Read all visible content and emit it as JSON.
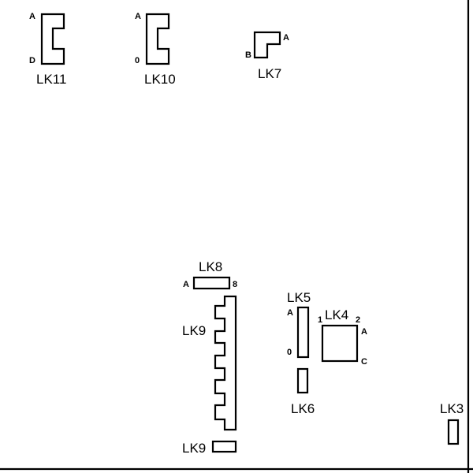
{
  "links": {
    "lk11": {
      "label": "LK11",
      "pin_top": "A",
      "pin_bottom": "D"
    },
    "lk10": {
      "label": "LK10",
      "pin_top": "A",
      "pin_bottom": "0"
    },
    "lk7": {
      "label": "LK7",
      "pin_right": "A",
      "pin_left": "B"
    },
    "lk8": {
      "label": "LK8",
      "pin_left": "A",
      "pin_right": "8"
    },
    "lk9_header": {
      "label": "LK9"
    },
    "lk9_small": {
      "label": "LK9"
    },
    "lk5": {
      "label": "LK5",
      "pin_top": "A",
      "pin_bottom": "0"
    },
    "lk4": {
      "label": "LK4",
      "pin_1": "1",
      "pin_2": "2",
      "pin_a": "A",
      "pin_c": "C"
    },
    "lk6": {
      "label": "LK6"
    },
    "lk3": {
      "label": "LK3"
    }
  }
}
